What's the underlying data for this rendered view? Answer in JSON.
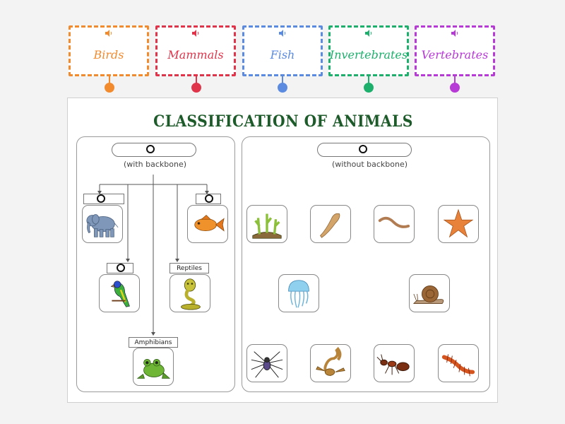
{
  "labels": [
    {
      "text": "Birds",
      "color": "#f28a2e"
    },
    {
      "text": "Mammals",
      "color": "#e0344b"
    },
    {
      "text": "Fish",
      "color": "#5b8be0"
    },
    {
      "text": "Invertebrates",
      "color": "#1cb06c"
    },
    {
      "text": "Vertebrates",
      "color": "#b73ad6"
    }
  ],
  "board": {
    "title": "CLASSIFICATION OF ANIMALS",
    "left_panel": {
      "subtitle": "(with backbone)",
      "reptiles_label": "Reptiles",
      "amphibians_label": "Amphibians"
    },
    "right_panel": {
      "subtitle": "(without backbone)"
    }
  },
  "icons": {
    "speaker": "speaker-icon"
  }
}
